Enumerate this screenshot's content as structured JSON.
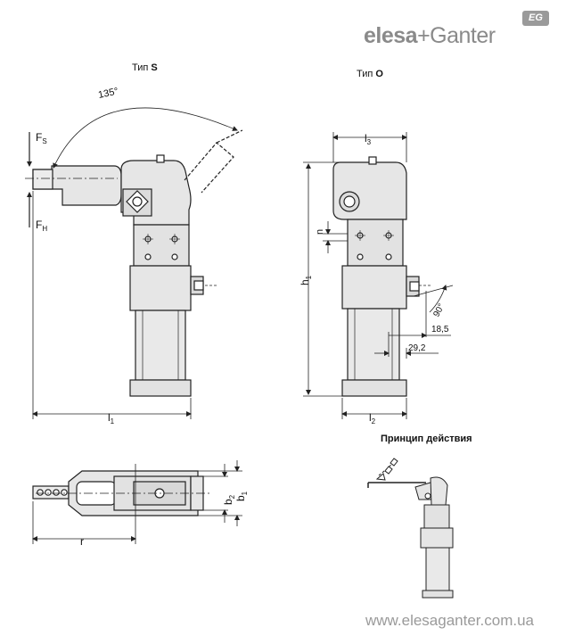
{
  "brand": {
    "logo_word1": "elesa",
    "logo_plus": "+",
    "logo_word2": "Ganter",
    "badge": "EG",
    "website": "www.elesaganter.com.ua"
  },
  "views": {
    "type_s_prefix": "Тип ",
    "type_s_letter": "S",
    "type_o_prefix": "Тип ",
    "type_o_letter": "O",
    "principle_title": "Принцип действия"
  },
  "dimensions": {
    "angle": "135°",
    "force_s": "F",
    "force_s_sub": "S",
    "force_h": "F",
    "force_h_sub": "H",
    "l1": "l",
    "l1_sub": "1",
    "l2": "l",
    "l2_sub": "2",
    "l3": "l",
    "l3_sub": "3",
    "h1": "h",
    "h1_sub": "1",
    "n": "n",
    "angle_port": "90°",
    "dim_185": "18,5",
    "dim_292": "29,2",
    "b1": "b",
    "b1_sub": "1",
    "b2": "b",
    "b2_sub": "2",
    "r": "r"
  },
  "colors": {
    "body_fill": "#e6e6e6",
    "line": "#222222",
    "brand_gray": "#8a8a8a"
  }
}
